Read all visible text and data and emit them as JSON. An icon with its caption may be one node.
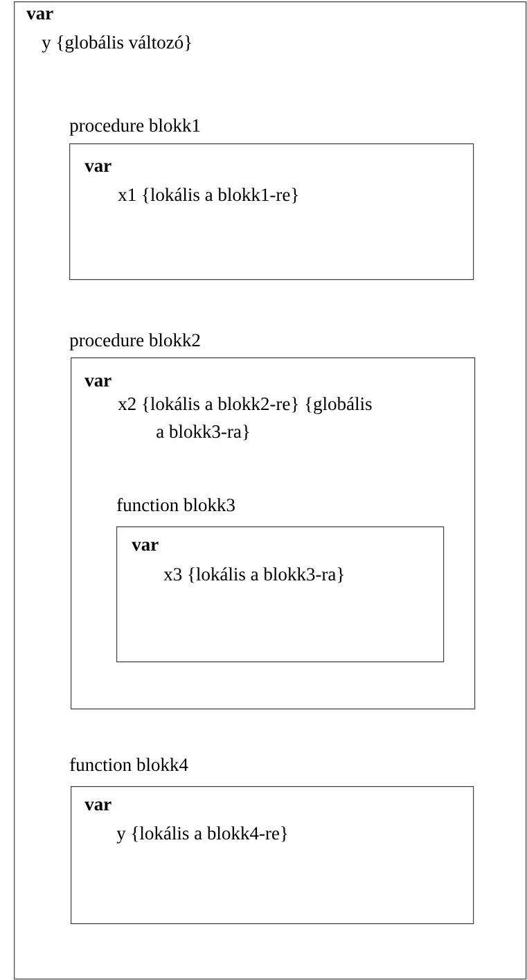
{
  "diagram": {
    "nodes": [
      {
        "text": [
          "var",
          "y {globális változó}"
        ]
      },
      {
        "text": [
          "procedure blokk1",
          "var",
          "x1 {lokális a blokk1-re}"
        ],
        "in": 0
      },
      {
        "text": [
          "procedure blokk2",
          "var",
          "x2 {lokális a blokk2-re} {globális a blokk3-ra}"
        ],
        "in": 0
      },
      {
        "text": [
          "function blokk3",
          "var",
          "x3 {lokális a blokk3-ra}"
        ],
        "in": 2
      },
      {
        "text": [
          "function blokk4",
          "var",
          "y {lokális a blokk4-re}"
        ],
        "in": 0
      }
    ]
  }
}
